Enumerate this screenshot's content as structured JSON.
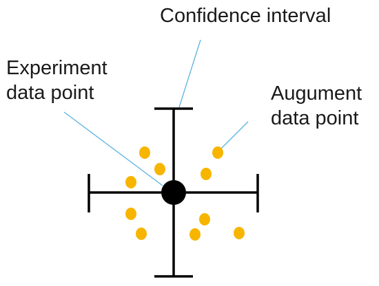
{
  "labels": {
    "confidence_interval": "Confidence interval",
    "experiment_line1": "Experiment",
    "experiment_line2": "data point",
    "augment_line1": "Augument",
    "augment_line2": "data point"
  },
  "colors": {
    "axis": "#000000",
    "experiment_point": "#000000",
    "augment_point": "#f7b500",
    "leader_line": "#5bb3e0",
    "text": "#1a1a1a"
  }
}
